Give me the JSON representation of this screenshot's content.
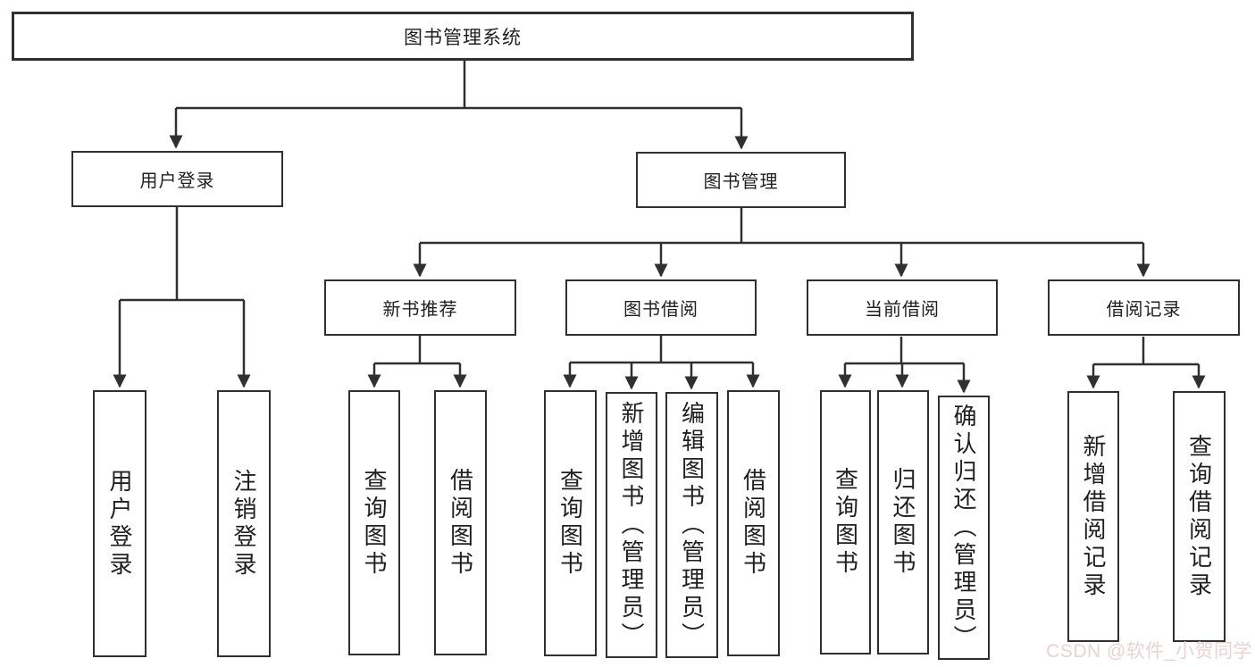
{
  "tree": {
    "root": {
      "label": "图书管理系统"
    },
    "branches": [
      {
        "label": "用户登录",
        "children": [
          {
            "label": "用户登录"
          },
          {
            "label": "注销登录"
          }
        ]
      },
      {
        "label": "图书管理",
        "children": [
          {
            "label": "新书推荐",
            "children": [
              {
                "label": "查询图书"
              },
              {
                "label": "借阅图书"
              }
            ]
          },
          {
            "label": "图书借阅",
            "children": [
              {
                "label": "查询图书"
              },
              {
                "label": "新增图书（管理员）"
              },
              {
                "label": "编辑图书（管理员）"
              },
              {
                "label": "借阅图书"
              }
            ]
          },
          {
            "label": "当前借阅",
            "children": [
              {
                "label": "查询图书"
              },
              {
                "label": "归还图书"
              },
              {
                "label": "确认归还（管理员）"
              }
            ]
          },
          {
            "label": "借阅记录",
            "children": [
              {
                "label": "新增借阅记录"
              },
              {
                "label": "查询借阅记录"
              }
            ]
          }
        ]
      }
    ]
  },
  "watermark": {
    "text": "CSDN @软件_小贺同学"
  },
  "colors": {
    "line": "#303030",
    "box_border": "#303030",
    "text": "#1f1f1f",
    "background": "#ffffff",
    "watermark": "#ecd2d2"
  }
}
